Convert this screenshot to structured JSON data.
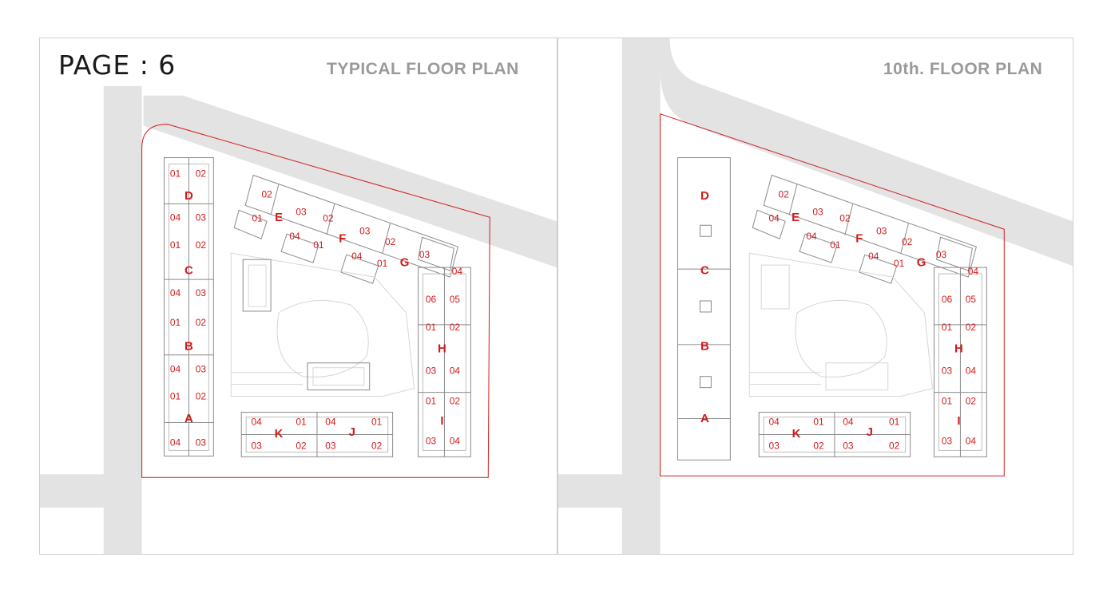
{
  "page_label": "PAGE : 6",
  "plans": [
    {
      "title": "TYPICAL FLOOR PLAN",
      "blocks": {
        "A": "A",
        "B": "B",
        "C": "C",
        "D": "D",
        "E": "E",
        "F": "F",
        "G": "G",
        "H": "H",
        "I": "I",
        "J": "J",
        "K": "K"
      },
      "units": {
        "d_tl": "01",
        "d_tr": "02",
        "d_bl": "04",
        "d_br": "03",
        "c_tl": "01",
        "c_tr": "02",
        "c_bl": "04",
        "c_br": "03",
        "b_tl": "01",
        "b_tr": "02",
        "b_bl": "04",
        "b_br": "03",
        "a_tl": "01",
        "a_tr": "02",
        "a_bl": "04",
        "a_br": "03",
        "e_02": "02",
        "e_01": "01",
        "e_03": "03",
        "e_04": "04",
        "f_02": "02",
        "f_01": "01",
        "f_03": "03",
        "f_04": "04",
        "g_02": "02",
        "g_01": "01",
        "g_03": "03",
        "g_04": "04",
        "h_06": "06",
        "h_05": "05",
        "h_01": "01",
        "h_02": "02",
        "i_03": "03",
        "i_04": "04",
        "i_01": "01",
        "i_02": "02",
        "i_03b": "03",
        "i_04b": "04",
        "k_04": "04",
        "k_01": "01",
        "k_03": "03",
        "k_02": "02",
        "j_04": "04",
        "j_01": "01",
        "j_03": "03",
        "j_02": "02"
      }
    },
    {
      "title": "10th. FLOOR PLAN",
      "blocks": {
        "A": "A",
        "B": "B",
        "C": "C",
        "D": "D",
        "E": "E",
        "F": "F",
        "G": "G",
        "H": "H",
        "I": "I",
        "J": "J",
        "K": "K"
      },
      "units": {
        "e_02": "02",
        "e_01": "04",
        "e_03": "03",
        "e_04": "04",
        "f_02": "02",
        "f_01": "01",
        "f_03": "03",
        "f_04": "04",
        "g_02": "02",
        "g_01": "01",
        "g_03": "03",
        "g_04": "04",
        "h_06": "06",
        "h_05": "05",
        "h_01": "01",
        "h_02": "02",
        "i_03": "03",
        "i_04": "04",
        "i_01": "01",
        "i_02": "02",
        "i_03b": "03",
        "i_04b": "04",
        "k_04": "04",
        "k_01": "01",
        "k_03": "03",
        "k_02": "02",
        "j_04": "04",
        "j_01": "01",
        "j_03": "03",
        "j_02": "02"
      }
    }
  ],
  "colors": {
    "road": "#e3e3e4",
    "boundary": "#d11a1a",
    "line": "#8a8a8a",
    "label": "#d11a1a",
    "title": "#9a9a9a"
  }
}
